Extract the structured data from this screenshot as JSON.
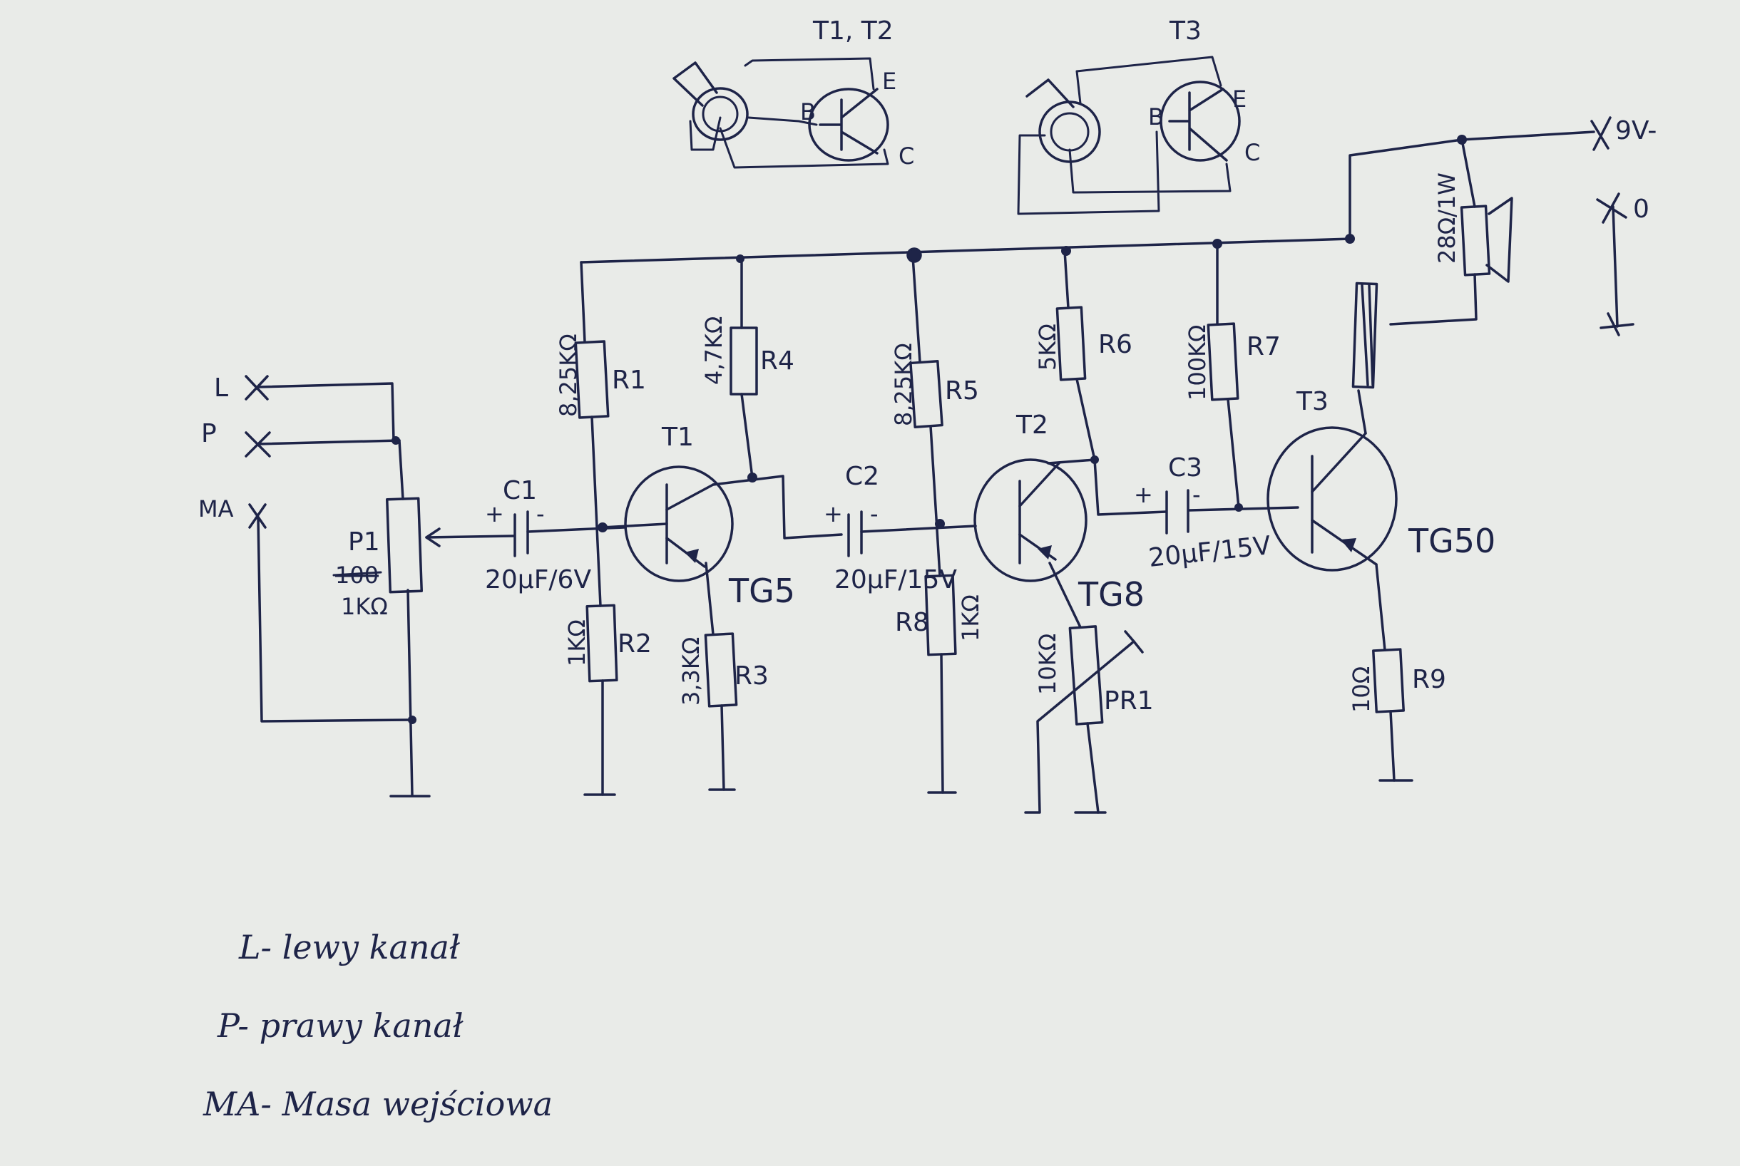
{
  "power": {
    "supply": "9V-",
    "off": "0"
  },
  "inputs": {
    "left": "L",
    "right": "P",
    "ground": "MA"
  },
  "potentiometer": {
    "name": "P1",
    "old_value": "100",
    "value": "1KΩ"
  },
  "capacitors": [
    {
      "name": "C1",
      "value": "20μF/6V"
    },
    {
      "name": "C2",
      "value": "20μF/15V"
    },
    {
      "name": "C3",
      "value": "20μF/15V"
    }
  ],
  "resistors": [
    {
      "name": "R1",
      "value": "8,25KΩ"
    },
    {
      "name": "R2",
      "value": "1KΩ"
    },
    {
      "name": "R3",
      "value": "3,3KΩ"
    },
    {
      "name": "R4",
      "value": "4,7KΩ"
    },
    {
      "name": "R5",
      "value": "8,25KΩ"
    },
    {
      "name": "R6",
      "value": "5KΩ"
    },
    {
      "name": "R7",
      "value": "100KΩ"
    },
    {
      "name": "R8",
      "value": "1KΩ"
    },
    {
      "name": "R9",
      "value": "10Ω"
    }
  ],
  "trimmer": {
    "name": "PR1",
    "value": "10KΩ"
  },
  "transistors": [
    {
      "name": "T1",
      "type": "TG5"
    },
    {
      "name": "T2",
      "type": "TG8"
    },
    {
      "name": "T3",
      "type": "TG50"
    }
  ],
  "speaker": {
    "value": "28Ω/1W"
  },
  "pinouts": [
    {
      "title": "T1, T2",
      "base": "B",
      "emitter": "E",
      "collector": "C"
    },
    {
      "title": "T3",
      "base": "B",
      "emitter": "E",
      "collector": "C"
    }
  ],
  "legend": [
    "L- lewy kanał",
    "P- prawy kanał",
    "MA- Masa wejściowa"
  ]
}
